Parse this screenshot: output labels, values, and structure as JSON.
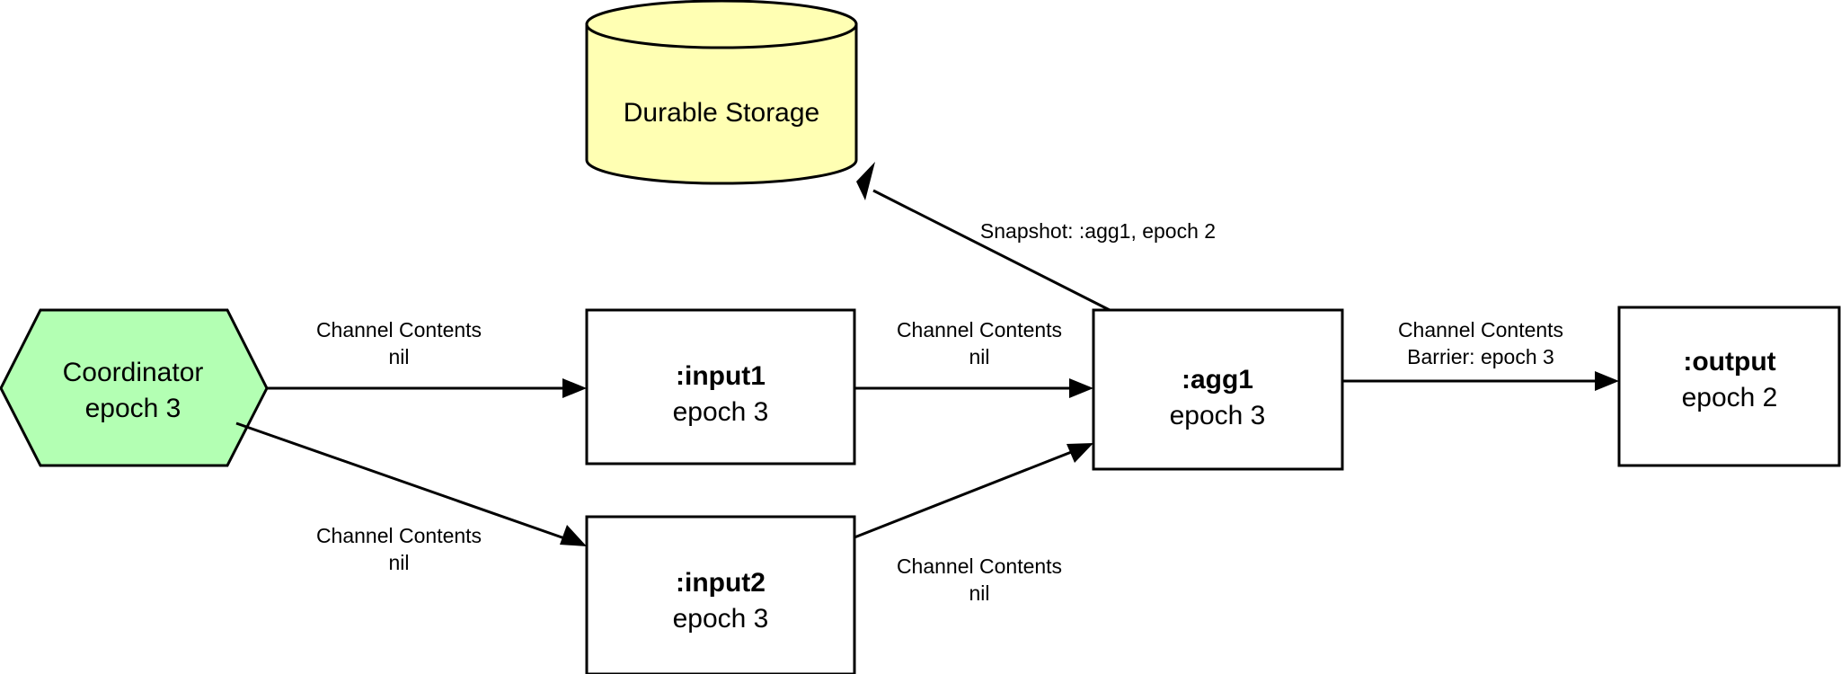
{
  "diagram": {
    "type": "dataflow-graph",
    "background_color": "#ffffff",
    "nodes": [
      {
        "id": "coordinator",
        "shape": "hexagon",
        "fill": "#b3ffb3",
        "title": "Coordinator",
        "subtitle": "epoch 3"
      },
      {
        "id": "durable-storage",
        "shape": "cylinder",
        "fill": "#ffffb3",
        "title": "Durable Storage",
        "subtitle": ""
      },
      {
        "id": "input1",
        "shape": "rectangle",
        "fill": "#ffffff",
        "title": ":input1",
        "subtitle": "epoch 3"
      },
      {
        "id": "input2",
        "shape": "rectangle",
        "fill": "#ffffff",
        "title": ":input2",
        "subtitle": "epoch 3"
      },
      {
        "id": "agg1",
        "shape": "rectangle",
        "fill": "#ffffff",
        "title": ":agg1",
        "subtitle": "epoch 3"
      },
      {
        "id": "output",
        "shape": "rectangle",
        "fill": "#ffffff",
        "title": ":output",
        "subtitle": "epoch 2"
      }
    ],
    "edges": [
      {
        "id": "coordinator-to-input1",
        "from": "coordinator",
        "to": "input1",
        "label_line1": "Channel Contents",
        "label_line2": "nil"
      },
      {
        "id": "coordinator-to-input2",
        "from": "coordinator",
        "to": "input2",
        "label_line1": "Channel Contents",
        "label_line2": "nil"
      },
      {
        "id": "input1-to-agg1",
        "from": "input1",
        "to": "agg1",
        "label_line1": "Channel Contents",
        "label_line2": "nil"
      },
      {
        "id": "input2-to-agg1",
        "from": "input2",
        "to": "agg1",
        "label_line1": "Channel Contents",
        "label_line2": "nil"
      },
      {
        "id": "agg1-to-output",
        "from": "agg1",
        "to": "output",
        "label_line1": "Channel Contents",
        "label_line2": "Barrier: epoch 3"
      },
      {
        "id": "agg1-to-durable-storage",
        "from": "agg1",
        "to": "durable-storage",
        "label_line1": "Snapshot:  :agg1, epoch 2",
        "label_line2": ""
      }
    ]
  }
}
